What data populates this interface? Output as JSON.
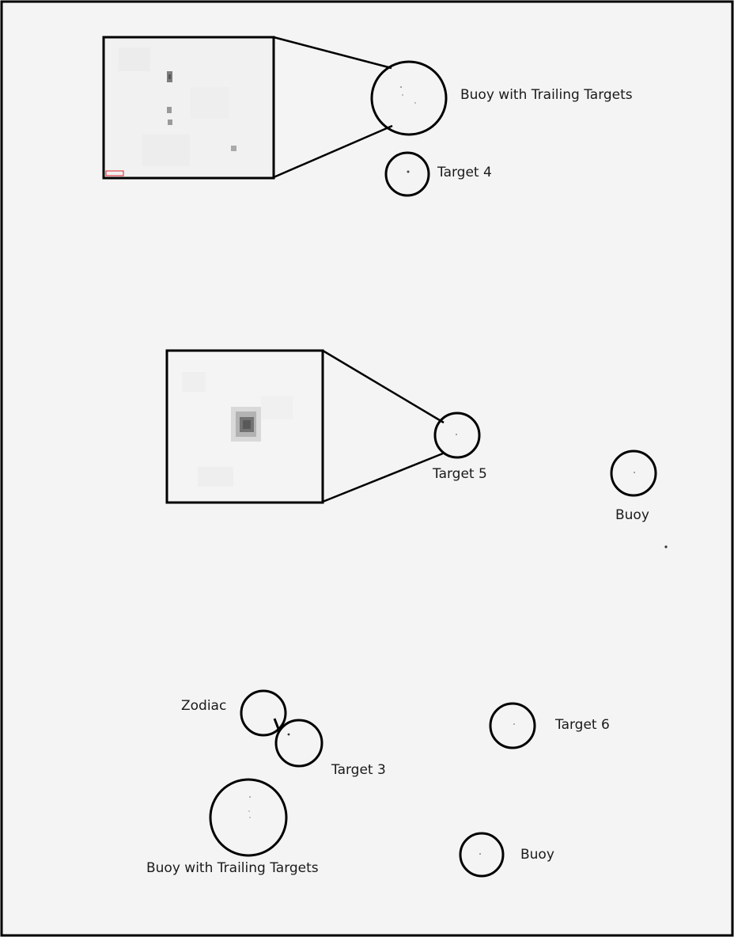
{
  "labels": {
    "buoy_trailing_top": "Buoy with Trailing Targets",
    "target_4": "Target 4",
    "target_5": "Target 5",
    "buoy_right": "Buoy",
    "zodiac": "Zodiac",
    "target_3": "Target 3",
    "target_6": "Target 6",
    "buoy_trailing_bottom": "Buoy with Trailing Targets",
    "buoy_bottom": "Buoy"
  },
  "colors": {
    "background": "#f4f4f4",
    "ink": "#000000",
    "inset_background": "#f1f1f1",
    "scale_marker": "#e0202a"
  }
}
